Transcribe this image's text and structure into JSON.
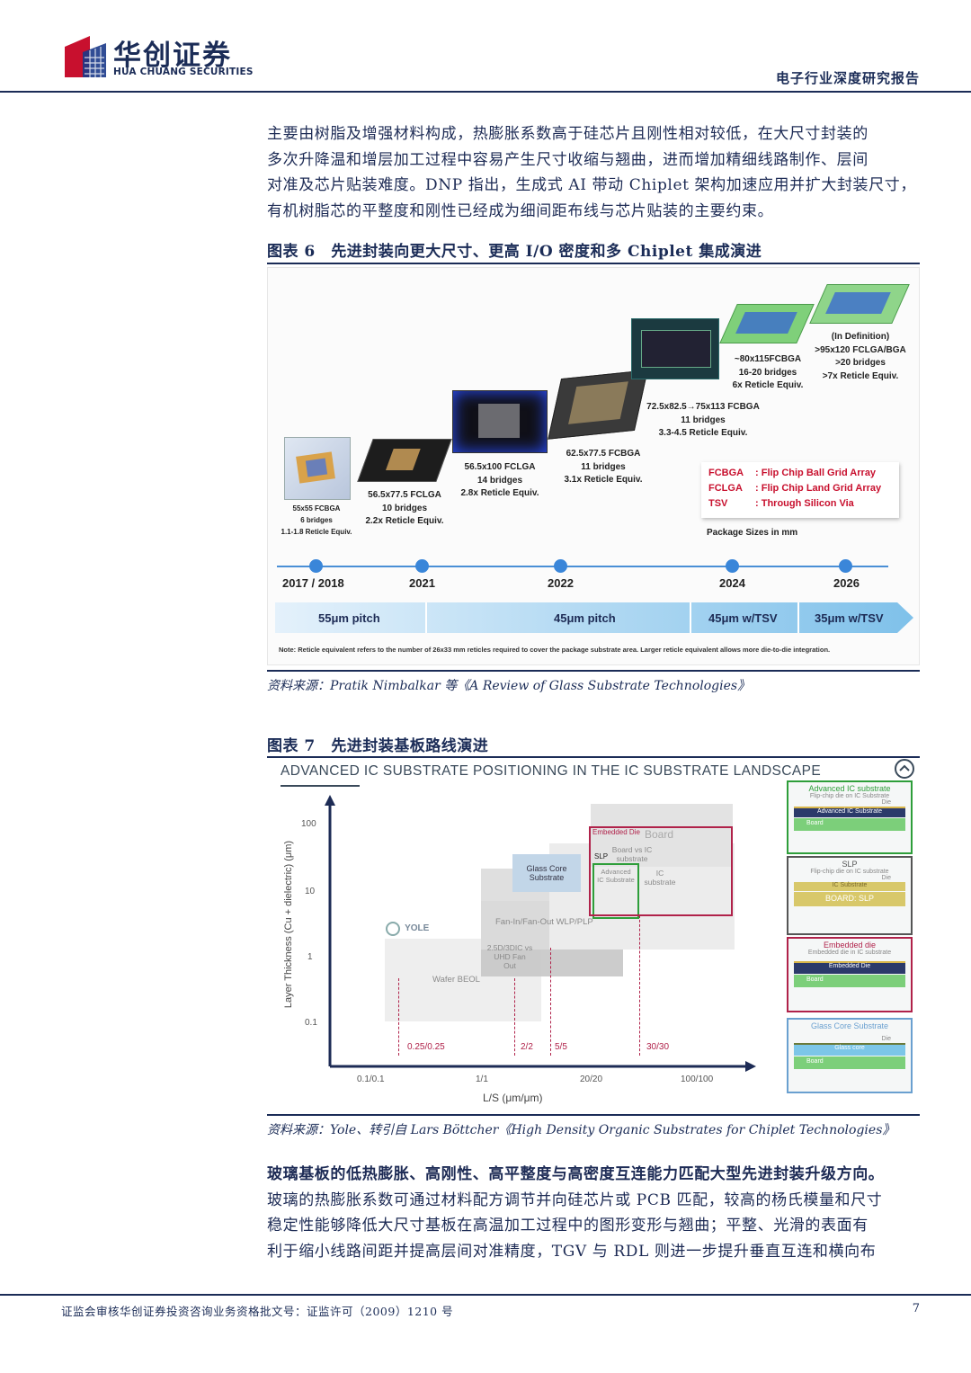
{
  "header": {
    "logo_cn": "华创证券",
    "logo_en": "HUA CHUANG SECURITIES",
    "report_type": "电子行业深度研究报告"
  },
  "intro_paragraph": [
    "主要由树脂及增强材料构成，热膨胀系数高于硅芯片且刚性相对较低，在大尺寸封装的",
    "多次升降温和增层加工过程中容易产生尺寸收缩与翘曲，进而增加精细线路制作、层间",
    "对准及芯片贴装难度。DNP 指出，生成式 AI 带动 Chiplet 架构加速应用并扩大封装尺寸，",
    "有机树脂芯的平整度和刚性已经成为细间距布线与芯片贴装的主要约束。"
  ],
  "figure6": {
    "title": "图表 6　先进封装向更大尺寸、更高 I/O 密度和多 Chiplet 集成演进",
    "packages": [
      {
        "lines": [
          "55x55 FCBGA",
          "6 bridges",
          "1.1-1.8 Reticle Equiv."
        ]
      },
      {
        "lines": [
          "56.5x77.5 FCLGA",
          "10 bridges",
          "2.2x Reticle Equiv."
        ]
      },
      {
        "lines": [
          "56.5x100 FCLGA",
          "14 bridges",
          "2.8x Reticle Equiv."
        ]
      },
      {
        "lines": [
          "62.5x77.5 FCBGA",
          "11 bridges",
          "3.1x Reticle Equiv."
        ]
      },
      {
        "lines": [
          "72.5x82.5→75x113 FCBGA",
          "11 bridges",
          "3.3-4.5 Reticle Equiv."
        ]
      },
      {
        "lines": [
          "~80x115FCBGA",
          "16-20 bridges",
          "6x Reticle Equiv."
        ]
      },
      {
        "lines": [
          "(In Definition)",
          ">95x120 FCLGA/BGA",
          ">20 bridges",
          ">7x Reticle Equiv."
        ]
      }
    ],
    "legend": [
      {
        "abbr": "FCBGA",
        "full": ": Flip Chip Ball Grid Array"
      },
      {
        "abbr": "FCLGA",
        "full": ": Flip Chip Land Grid Array"
      },
      {
        "abbr": "TSV",
        "full": ": Through Silicon Via"
      }
    ],
    "package_sizes_note": "Package Sizes in mm",
    "years": [
      "2017 / 2018",
      "2021",
      "2022",
      "2024",
      "2026"
    ],
    "pitches": [
      "55μm pitch",
      "45μm pitch",
      "45μm w/TSV",
      "35μm w/TSV"
    ],
    "note": "Note: Reticle equivalent refers to the number of 26x33 mm reticles required to cover the package substrate area. Larger reticle equivalent allows more die-to-die integration.",
    "source": "资料来源：Pratik Nimbalkar 等《A Review of Glass Substrate Technologies》"
  },
  "figure7": {
    "title": "图表 7　先进封装基板路线演进",
    "chart_title": "ADVANCED IC SUBSTRATE POSITIONING IN THE IC SUBSTRATE LANDSCAPE",
    "y_axis_label": "Layer Thickness (Cu + dielectric) (μm)",
    "x_axis_label": "L/S (μm/μm)",
    "y_ticks": [
      "100",
      "10",
      "1",
      "0.1"
    ],
    "x_ticks": [
      "0.1/0.1",
      "1/1",
      "20/20",
      "100/100"
    ],
    "markers": [
      "0.25/0.25",
      "2/2",
      "5/5",
      "30/30"
    ],
    "regions": {
      "wafer_beol": "Wafer BEOL",
      "udh": [
        "2.5D/3DIC vs",
        "UHD Fan",
        "Out"
      ],
      "fanin": "Fan-In/Fan-Out WLP/PLP",
      "glass": [
        "Glass Core",
        "Substrate"
      ],
      "embedded": "Embedded Die",
      "board": "Board",
      "slp": "SLP",
      "board_vs_ic": [
        "Board vs IC",
        "substrate"
      ],
      "advanced_ic": [
        "Advanced",
        "IC Substrate"
      ],
      "ic_substrate": [
        "IC",
        "substrate"
      ]
    },
    "brand": "YOLE",
    "cards": [
      {
        "title": "Advanced IC substrate",
        "sub": "Flip-chip die on IC Substrate",
        "die": "Die",
        "mid": "Advanced IC Substrate",
        "base": "Board",
        "color": "#2e9e3a"
      },
      {
        "title": "SLP",
        "sub": "Flip-chip die on IC substrate",
        "die": "Die",
        "mid": "IC Substrate",
        "base": "BOARD: SLP",
        "color": "#555555"
      },
      {
        "title": "Embedded die",
        "sub": "Embedded die in IC substrate",
        "die": "",
        "mid": "Embedded Die",
        "base": "Board",
        "color": "#b0224a"
      },
      {
        "title": "Glass Core Substrate",
        "sub": "",
        "die": "Die",
        "mid": "Glass core",
        "base": "Board",
        "color": "#6aa0d0"
      }
    ],
    "source": "资料来源：Yole、转引自 Lars Böttcher《High Density Organic Substrates for Chiplet Technologies》"
  },
  "closing": {
    "heading": "玻璃基板的低热膨胀、高刚性、高平整度与高密度互连能力匹配大型先进封装升级方向。",
    "lines": [
      "玻璃的热膨胀系数可通过材料配方调节并向硅芯片或 PCB 匹配，较高的杨氏模量和尺寸",
      "稳定性能够降低大尺寸基板在高温加工过程中的图形变形与翘曲；平整、光滑的表面有",
      "利于缩小线路间距并提高层间对准精度，TGV 与 RDL 则进一步提升垂直互连和横向布"
    ]
  },
  "footer": {
    "license": "证监会审核华创证券投资咨询业务资格批文号：证监许可（2009）1210 号",
    "page": "7"
  }
}
